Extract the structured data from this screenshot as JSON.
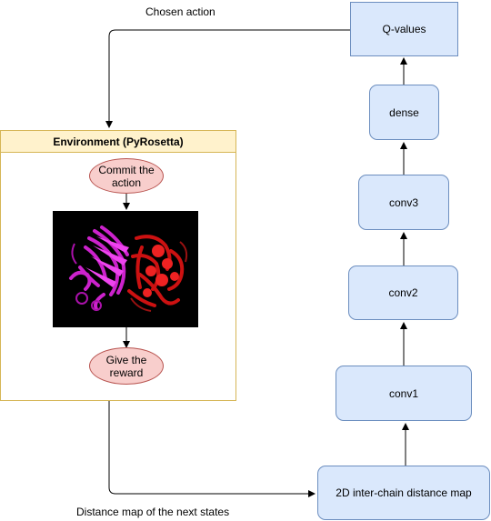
{
  "labels": {
    "chosen_action": "Chosen action",
    "next_states": "Distance map of the next states"
  },
  "network": {
    "qvalues": "Q-values",
    "dense": "dense",
    "conv3": "conv3",
    "conv2": "conv2",
    "conv1": "conv1",
    "input": "2D inter-chain distance map"
  },
  "environment": {
    "title": "Environment (PyRosetta)",
    "commit": "Commit the action",
    "reward": "Give the reward"
  },
  "colors": {
    "network_fill": "#dae8fc",
    "network_stroke": "#6c8ebf",
    "env_header_fill": "#fff2cc",
    "env_stroke": "#d6b656",
    "step_fill": "#f8cecc",
    "step_stroke": "#b85450",
    "chain_a": "#cc22cc",
    "chain_b": "#dd1111"
  },
  "icons": {
    "protein": "protein-complex-render"
  }
}
